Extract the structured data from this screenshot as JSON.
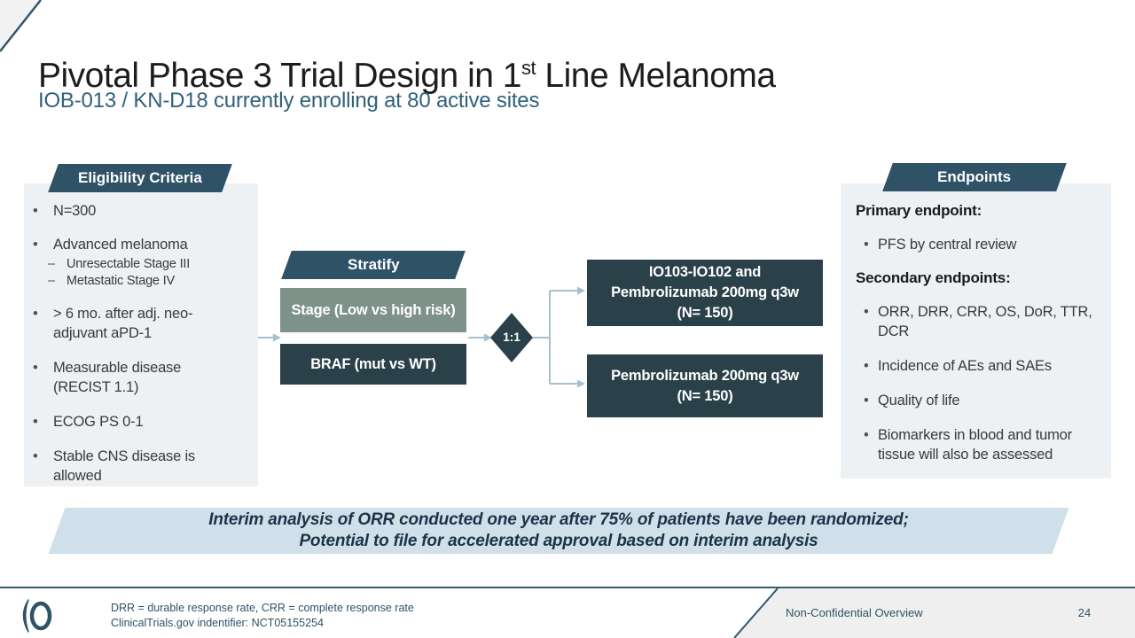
{
  "title": {
    "part1": "Pivotal Phase 3 Trial Design in 1",
    "sup": "st",
    "part2": " Line Melanoma"
  },
  "subtitle": "IOB-013 / KN-D18 currently enrolling at 80 active sites",
  "eligibility": {
    "header": "Eligibility Criteria",
    "items": [
      {
        "text": "N=300"
      },
      {
        "text": "Advanced melanoma",
        "subitems": [
          "Unresectable Stage III",
          "Metastatic Stage IV"
        ]
      },
      {
        "text": "> 6 mo. after adj. neo-adjuvant aPD-1"
      },
      {
        "text": "Measurable disease (RECIST 1.1)"
      },
      {
        "text": "ECOG PS 0-1"
      },
      {
        "text": "Stable CNS disease is allowed"
      }
    ]
  },
  "diagram": {
    "stratify_header": "Stratify",
    "stratify_factors": [
      "Stage (Low vs high risk)",
      "BRAF (mut vs WT)"
    ],
    "randomization_ratio": "1:1",
    "arms": [
      {
        "lines": [
          "IO103-IO102 and",
          "Pembrolizumab 200mg q3w",
          "(N= 150)"
        ]
      },
      {
        "lines": [
          "Pembrolizumab 200mg q3w",
          "(N= 150)"
        ]
      }
    ]
  },
  "endpoints": {
    "header": "Endpoints",
    "primary_label": "Primary endpoint:",
    "primary_items": [
      "PFS by central review"
    ],
    "secondary_label": "Secondary endpoints:",
    "secondary_items": [
      "ORR, DRR, CRR, OS, DoR, TTR, DCR",
      "Incidence of AEs and SAEs",
      "Quality of life",
      "Biomarkers in blood and tumor tissue will also be assessed"
    ]
  },
  "interim_banner": {
    "lines": [
      "Interim analysis of ORR conducted one year after 75% of patients have been randomized;",
      "Potential to file for accelerated approval based on interim analysis"
    ]
  },
  "footer": {
    "abbreviations": "DRR = durable response rate, CRR = complete response rate",
    "registry": "ClinicalTrials.gov indentifier: NCT05155254",
    "classification": "Non-Confidential Overview",
    "page_number": "24",
    "logo": "io-biotech-logo"
  },
  "colors": {
    "banner_dark": "#305267",
    "box_dark": "#2b414a",
    "box_sage": "#7e928a",
    "panel_light": "#edf1f4",
    "interim_banner_bg": "#cfe0ea",
    "connector": "#a6bfce",
    "subtitle_text": "#30607c",
    "footer_text": "#2e5266"
  }
}
